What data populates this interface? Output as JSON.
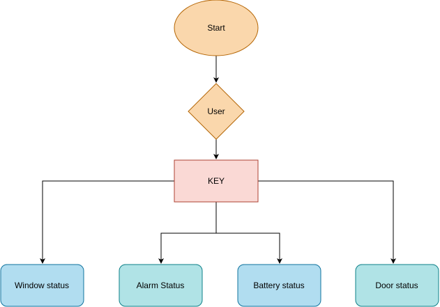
{
  "nodes": {
    "start": {
      "label": "Start",
      "shape": "ellipse",
      "fill": "#fad7ac",
      "stroke": "#b46504"
    },
    "user": {
      "label": "User",
      "shape": "diamond",
      "fill": "#fad7ac",
      "stroke": "#b46504"
    },
    "key": {
      "label": "KEY",
      "shape": "rectangle",
      "fill": "#fad9d5",
      "stroke": "#ae4132"
    },
    "window_status": {
      "label": "Window status",
      "shape": "rounded-rectangle",
      "fill": "#b1ddf0",
      "stroke": "#10739e"
    },
    "alarm_status": {
      "label": "Alarm Status",
      "shape": "rounded-rectangle",
      "fill": "#b0e3e6",
      "stroke": "#0e8088"
    },
    "battery_status": {
      "label": "Battery status",
      "shape": "rounded-rectangle",
      "fill": "#b1ddf0",
      "stroke": "#10739e"
    },
    "door_status": {
      "label": "Door status",
      "shape": "rounded-rectangle",
      "fill": "#b0e3e6",
      "stroke": "#0e8088"
    }
  },
  "edges": [
    {
      "from": "start",
      "to": "user"
    },
    {
      "from": "user",
      "to": "key"
    },
    {
      "from": "key",
      "to": "window_status"
    },
    {
      "from": "key",
      "to": "alarm_status"
    },
    {
      "from": "key",
      "to": "battery_status"
    },
    {
      "from": "key",
      "to": "door_status"
    }
  ],
  "edge_color": "#000000"
}
